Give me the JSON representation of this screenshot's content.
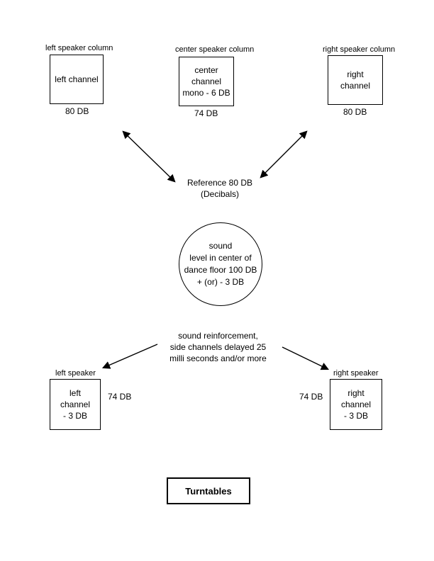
{
  "top": {
    "left": {
      "caption": "left speaker column",
      "box_lines": [
        "left channel"
      ],
      "db": "80 DB"
    },
    "center": {
      "caption": "center speaker column",
      "box_lines": [
        "center",
        "channel",
        "mono - 6 DB"
      ],
      "db": "74 DB"
    },
    "right": {
      "caption": "right speaker column",
      "box_lines": [
        "right",
        "channel"
      ],
      "db": "80 DB"
    }
  },
  "reference": {
    "line1": "Reference 80 DB",
    "line2": "(Decibals)"
  },
  "circle": {
    "lines": [
      "sound",
      "level in center of",
      "dance floor 100 DB",
      "+ (or) - 3 DB"
    ]
  },
  "reinforcement": {
    "lines": [
      "sound reinforcement,",
      "side channels delayed 25",
      "milli seconds and/or more"
    ]
  },
  "bottom": {
    "left": {
      "caption": "left speaker",
      "box_lines": [
        "left",
        "channel",
        "- 3 DB"
      ],
      "db": "74 DB"
    },
    "right": {
      "caption": "right speaker",
      "box_lines": [
        "right",
        "channel",
        "- 3 DB"
      ],
      "db": "74 DB"
    }
  },
  "turntables": {
    "label": "Turntables"
  },
  "colors": {
    "line": "#000000",
    "background": "#ffffff"
  }
}
